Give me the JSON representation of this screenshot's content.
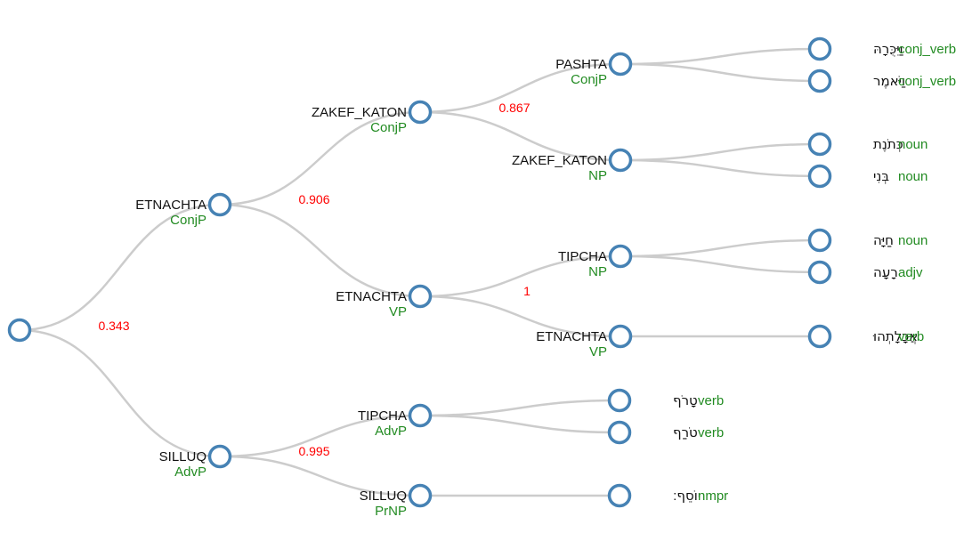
{
  "root": {
    "id": "root",
    "children": [
      {
        "id": "n_etnachta_conjp",
        "label": "ETNACHTA",
        "sublabel": "ConjP",
        "children": [
          {
            "id": "n_zakef_conjp",
            "label": "ZAKEF_KATON",
            "sublabel": "ConjP",
            "children": [
              {
                "id": "n_pashta",
                "label": "PASHTA",
                "sublabel": "ConjP",
                "children": [
                  {
                    "id": "w1",
                    "word": "וַיִּכֻּרָהּ",
                    "pos": "conj_verb"
                  },
                  {
                    "id": "w2",
                    "word": "וַיֹּאמֶר",
                    "pos": "conj_verb"
                  }
                ]
              },
              {
                "id": "n_zakef_np",
                "label": "ZAKEF_KATON",
                "sublabel": "NP",
                "children": [
                  {
                    "id": "w3",
                    "word": "כְּתֹנֶת",
                    "pos": "noun"
                  },
                  {
                    "id": "w4",
                    "word": "בְּנִי",
                    "pos": "noun"
                  }
                ]
              }
            ]
          },
          {
            "id": "n_etnachta_vp",
            "label": "ETNACHTA",
            "sublabel": "VP",
            "children": [
              {
                "id": "n_tipcha_np",
                "label": "TIPCHA",
                "sublabel": "NP",
                "children": [
                  {
                    "id": "w5",
                    "word": "חַיָּה",
                    "pos": "noun"
                  },
                  {
                    "id": "w6",
                    "word": "רָעָה",
                    "pos": "adjv"
                  }
                ]
              },
              {
                "id": "n_etnachta_vp2",
                "label": "ETNACHTA",
                "sublabel": "VP",
                "children": [
                  {
                    "id": "w7",
                    "word": "אֲכָלָתְהוּ",
                    "pos": "verb"
                  }
                ]
              }
            ]
          }
        ]
      },
      {
        "id": "n_silluq_advp",
        "label": "SILLUQ",
        "sublabel": "AdvP",
        "children": [
          {
            "id": "n_tipcha_advp",
            "label": "TIPCHA",
            "sublabel": "AdvP",
            "children": [
              {
                "id": "w8",
                "word": "טָרֹף",
                "pos": "verb"
              },
              {
                "id": "w9",
                "word": "טֹרַף",
                "pos": "verb"
              }
            ]
          },
          {
            "id": "n_silluq_prnp",
            "label": "SILLUQ",
            "sublabel": "PrNP",
            "children": [
              {
                "id": "w10",
                "word": "יוֹסֵף׃",
                "pos": "nmpr"
              }
            ]
          }
        ]
      }
    ]
  },
  "weights": [
    {
      "parent": "root",
      "value": "0.343"
    },
    {
      "parent": "n_etnachta_conjp",
      "value": "0.906"
    },
    {
      "parent": "n_zakef_conjp",
      "value": "0.867"
    },
    {
      "parent": "n_etnachta_vp",
      "value": "1"
    },
    {
      "parent": "n_silluq_advp",
      "value": "0.995"
    }
  ],
  "colors": {
    "node_stroke": "#4682b4",
    "link": "#cccccc",
    "label": "#111111",
    "category": "#228b22",
    "weight": "#ff0000"
  }
}
